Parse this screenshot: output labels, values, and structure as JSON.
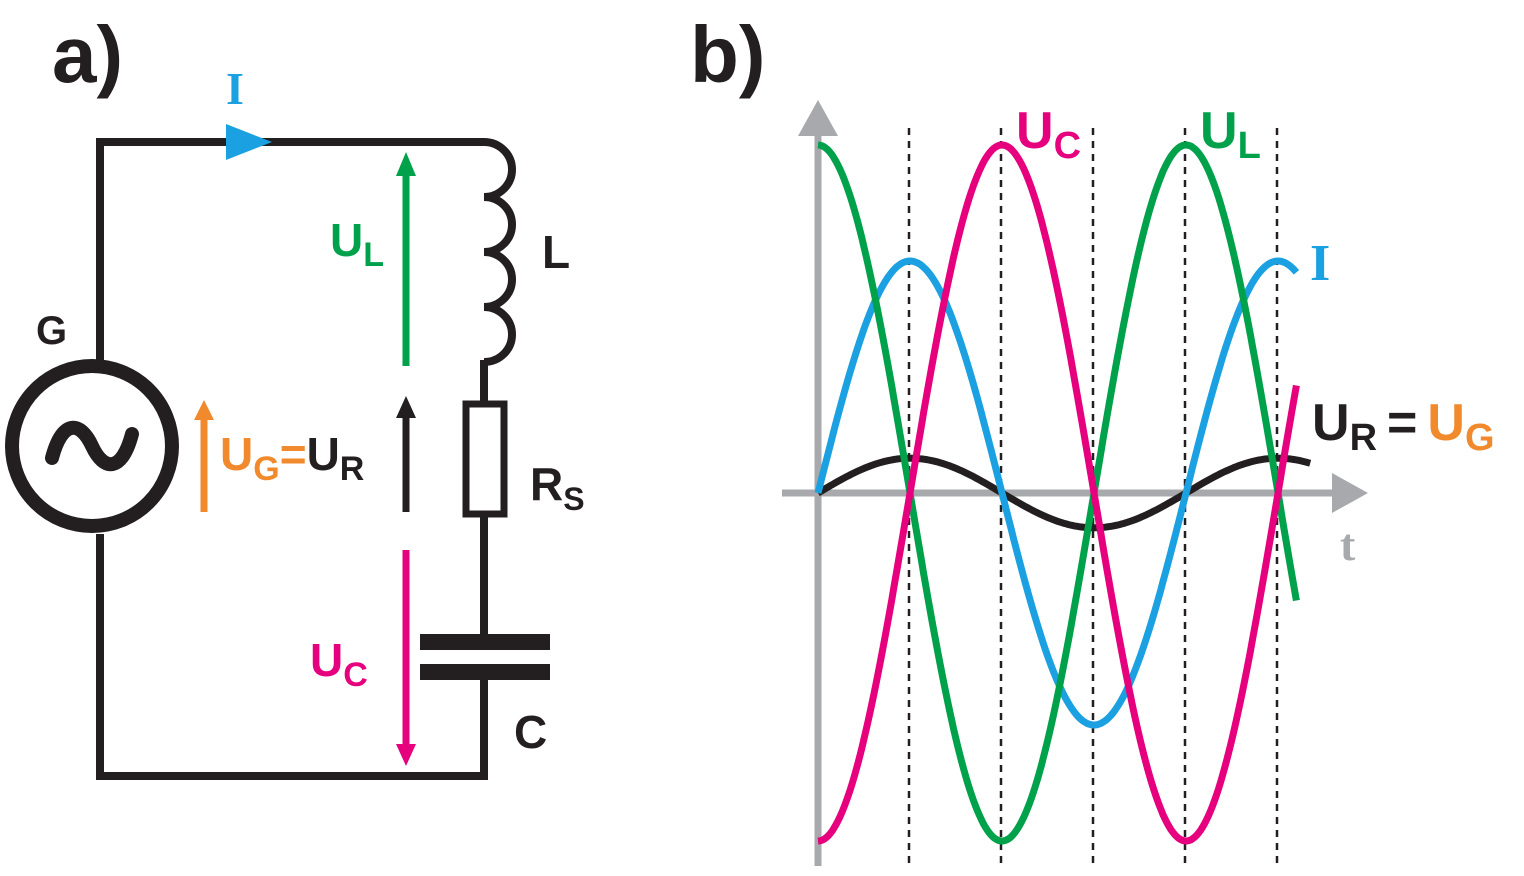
{
  "colors": {
    "black": "#231f20",
    "current": "#1ba1e2",
    "inductor": "#00a14b",
    "capacitor": "#e6007e",
    "generator": "#f08a2c",
    "axis": "#a7a9ac"
  },
  "panel_a": {
    "label": "a)",
    "current_label": "I",
    "generator_label": "G",
    "generator_symbol": "~",
    "inductor_label": "L",
    "resistor_label": "R",
    "resistor_sub": "S",
    "capacitor_label": "C",
    "ul_main": "U",
    "ul_sub": "L",
    "uc_main": "U",
    "uc_sub": "C",
    "ug_main": "U",
    "ug_sub": "G",
    "equals": "=",
    "ur_main": "U",
    "ur_sub": "R"
  },
  "panel_b": {
    "label": "b)",
    "t_label": "t",
    "uc_main": "U",
    "uc_sub": "C",
    "ul_main": "U",
    "ul_sub": "L",
    "i_label": "I",
    "ur_main": "U",
    "ur_sub": "R",
    "equals": "=",
    "ug_main": "U",
    "ug_sub": "G"
  },
  "chart_data": {
    "type": "line",
    "xlabel": "t",
    "period_quarters_shown": 5,
    "series": [
      {
        "name": "I",
        "function": "sin",
        "amplitude": 1.0,
        "color": "#1ba1e2"
      },
      {
        "name": "U_L",
        "function": "cos",
        "amplitude": 1.5,
        "color": "#00a14b"
      },
      {
        "name": "U_C",
        "function": "-cos",
        "amplitude": 1.5,
        "color": "#e6007e"
      },
      {
        "name": "U_R = U_G",
        "function": "sin",
        "amplitude": 0.15,
        "color": "#231f20"
      }
    ]
  }
}
